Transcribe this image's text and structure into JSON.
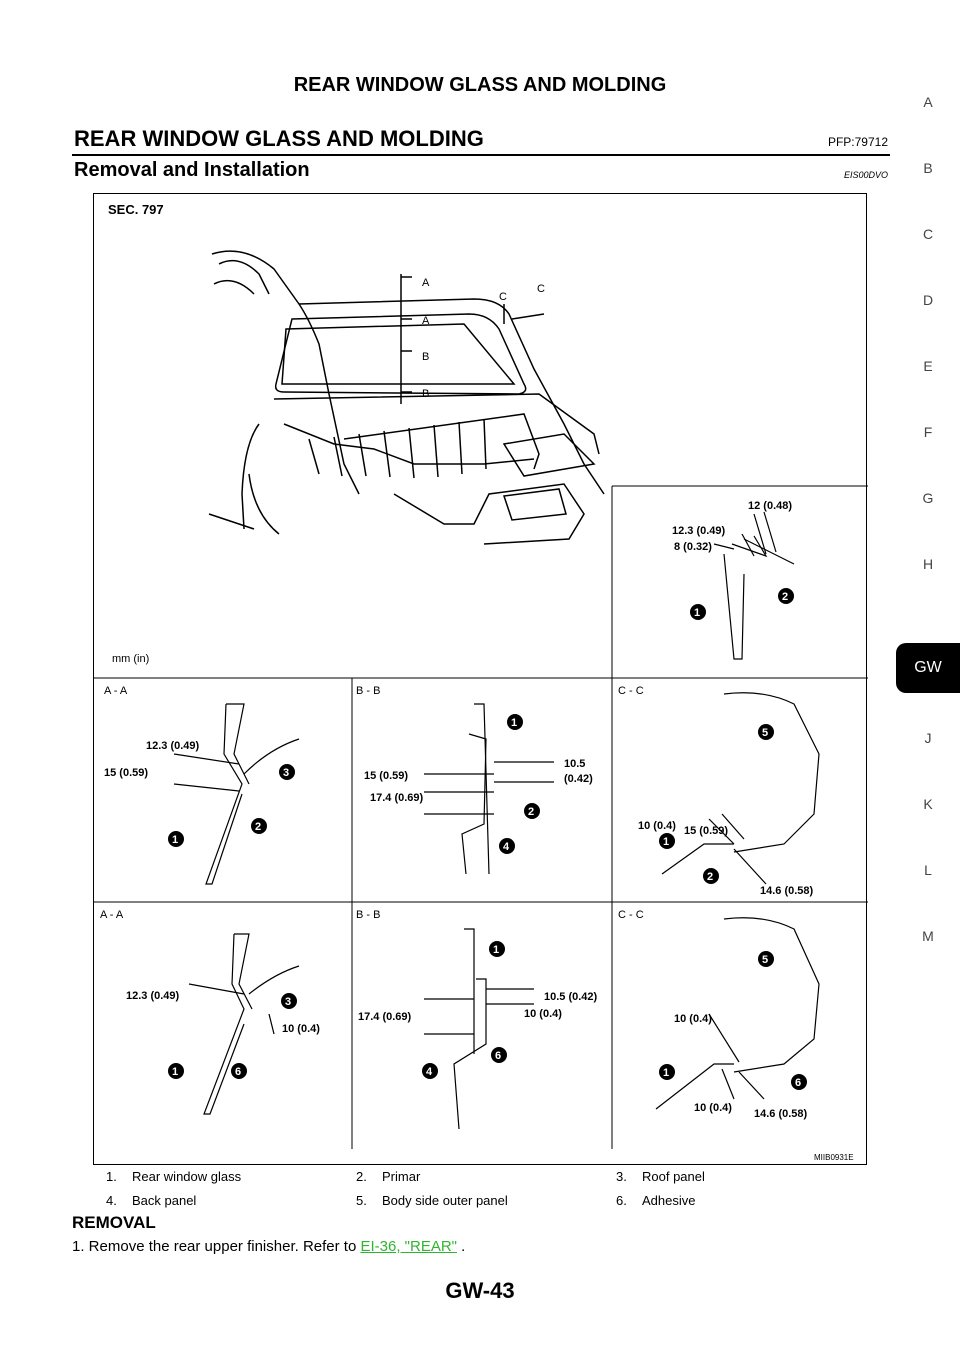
{
  "header": {
    "title": "REAR WINDOW GLASS AND MOLDING"
  },
  "section": {
    "title": "REAR WINDOW GLASS AND MOLDING",
    "pfp": "PFP:79712",
    "subtitle": "Removal and Installation",
    "ref_code": "EIS00DVO"
  },
  "side_index": [
    "A",
    "B",
    "C",
    "D",
    "E",
    "F",
    "G",
    "H",
    "GW",
    "J",
    "K",
    "L",
    "M"
  ],
  "side_index_active": "GW",
  "figure": {
    "sec_label": "SEC. 797",
    "unit_label": "mm (in)",
    "figure_code": "MIIB0931E",
    "view_markers": {
      "a": "A",
      "b": "B",
      "c": "C"
    },
    "panel_labels": {
      "aa": "A - A",
      "bb": "B - B",
      "cc": "C - C"
    },
    "dims": {
      "top_right": [
        "12 (0.48)",
        "12.3 (0.49)",
        "8 (0.32)"
      ],
      "row1_aa": [
        "12.3 (0.49)",
        "15 (0.59)"
      ],
      "row1_bb": [
        "15 (0.59)",
        "17.4 (0.69)",
        "10.5",
        "(0.42)"
      ],
      "row1_cc": [
        "10 (0.4)",
        "15 (0.59)",
        "14.6 (0.58)"
      ],
      "row2_aa": [
        "12.3 (0.49)",
        "10 (0.4)"
      ],
      "row2_bb": [
        "17.4 (0.69)",
        "10.5 (0.42)",
        "10 (0.4)"
      ],
      "row2_cc": [
        "10 (0.4)",
        "10 (0.4)",
        "14.6 (0.58)"
      ]
    },
    "callouts": [
      "1",
      "2",
      "3",
      "4",
      "5",
      "6"
    ]
  },
  "legend": [
    [
      "1.",
      "Rear window glass",
      "2.",
      "Primar",
      "3.",
      "Roof panel"
    ],
    [
      "4.",
      "Back panel",
      "5.",
      "Body side outer panel",
      "6.",
      "Adhesive"
    ]
  ],
  "removal": {
    "heading": "REMOVAL",
    "step1_prefix": "1.   Remove the rear upper finisher. Refer to ",
    "step1_link": "EI-36, \"REAR\"",
    "step1_suffix": " ."
  },
  "page_number": "GW-43"
}
